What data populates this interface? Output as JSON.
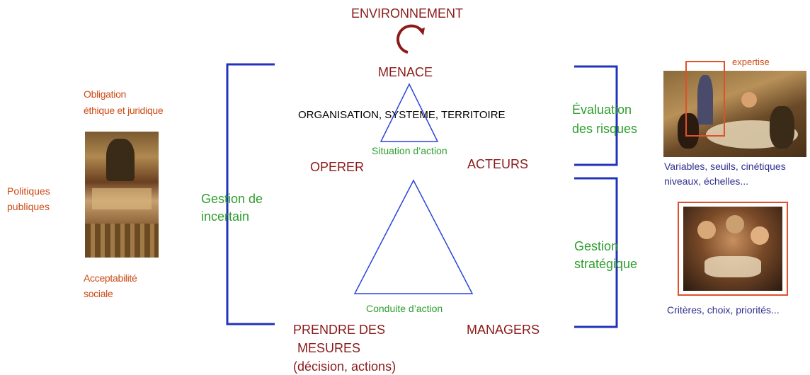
{
  "top": {
    "environnement": "ENVIRONNEMENT",
    "menace": "MENACE",
    "organisation": "ORGANISATION, SYSTEME, TERRITOIRE",
    "situation": "Situation d’action"
  },
  "middle": {
    "operer": "OPERER",
    "acteurs": "ACTEURS",
    "conduite": "Conduite d’action",
    "prendre_line1": "PRENDRE DES",
    "prendre_line2": "MESURES",
    "prendre_line3": "(décision, actions)",
    "managers": "MANAGERS"
  },
  "left": {
    "obligation_line1": "Obligation",
    "obligation_line2": "éthique et juridique",
    "politiques_line1": "Politiques",
    "politiques_line2": "publiques",
    "acceptabilite_line1": "Acceptabilité",
    "acceptabilite_line2": "sociale",
    "gestion_line1": "Gestion de",
    "gestion_line2": "incertain"
  },
  "right": {
    "evaluation_line1": "Évaluation",
    "evaluation_line2": "des risques",
    "gestion_strat_line1": "Gestion",
    "gestion_strat_line2": "stratégique",
    "expertise": "expertise",
    "variables_line1": "Variables, seuils, cinétiques",
    "variables_line2": "niveaux, échelles...",
    "criteres": "Critères, choix, priorités..."
  },
  "colors": {
    "bracket": "#2233bb",
    "triangle": "#2a44dd",
    "dark_red": "#8b1a1a",
    "orange": "#cc4a14",
    "green": "#2e9e2e",
    "navy": "#2e2e8f"
  },
  "images": {
    "parliament": "parliament-photo",
    "meeting": "meeting-photo",
    "team": "team-photo"
  }
}
